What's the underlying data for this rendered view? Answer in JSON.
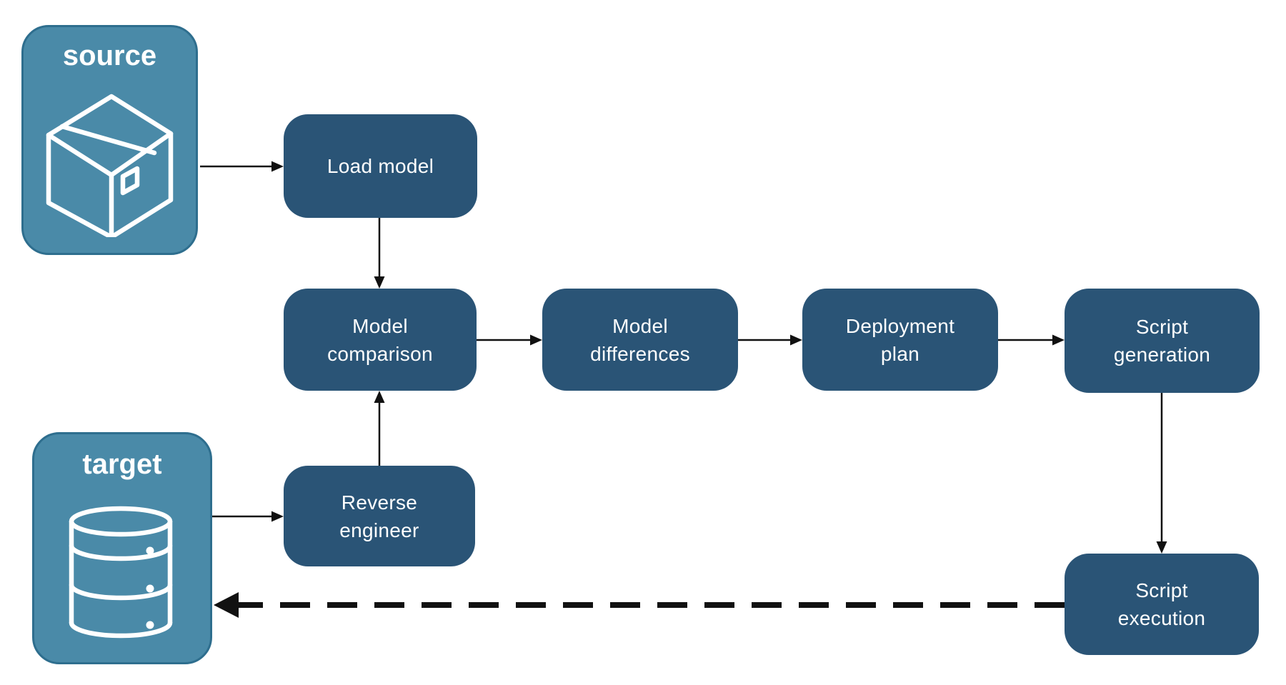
{
  "diagram": {
    "title": "schema compare deployment flow",
    "colors": {
      "node_fill": "#2A5476",
      "endpoint_fill": "#4A8AA8",
      "endpoint_border": "#2E6E8E",
      "label_text": "#FFFFFF",
      "arrow": "#111111",
      "background": "#FFFFFF"
    },
    "endpoints": {
      "source": {
        "label": "source",
        "icon": "package-icon"
      },
      "target": {
        "label": "target",
        "icon": "database-icon"
      }
    },
    "nodes": {
      "load_model": {
        "label": "Load model"
      },
      "model_comparison": {
        "label": "Model\ncomparison"
      },
      "model_differences": {
        "label": "Model\ndifferences"
      },
      "deployment_plan": {
        "label": "Deployment\nplan"
      },
      "script_generation": {
        "label": "Script\ngeneration"
      },
      "reverse_engineer": {
        "label": "Reverse\nengineer"
      },
      "script_execution": {
        "label": "Script\nexecution"
      }
    },
    "edges": [
      {
        "from": "source",
        "to": "load-model",
        "style": "solid"
      },
      {
        "from": "load-model",
        "to": "model-comparison",
        "style": "solid"
      },
      {
        "from": "model-comparison",
        "to": "model-differences",
        "style": "solid"
      },
      {
        "from": "model-differences",
        "to": "deployment-plan",
        "style": "solid"
      },
      {
        "from": "deployment-plan",
        "to": "script-generation",
        "style": "solid"
      },
      {
        "from": "target",
        "to": "reverse-engineer",
        "style": "solid"
      },
      {
        "from": "reverse-engineer",
        "to": "model-comparison",
        "style": "solid"
      },
      {
        "from": "script-generation",
        "to": "script-execution",
        "style": "solid"
      },
      {
        "from": "script-execution",
        "to": "target",
        "style": "dashed"
      }
    ]
  }
}
